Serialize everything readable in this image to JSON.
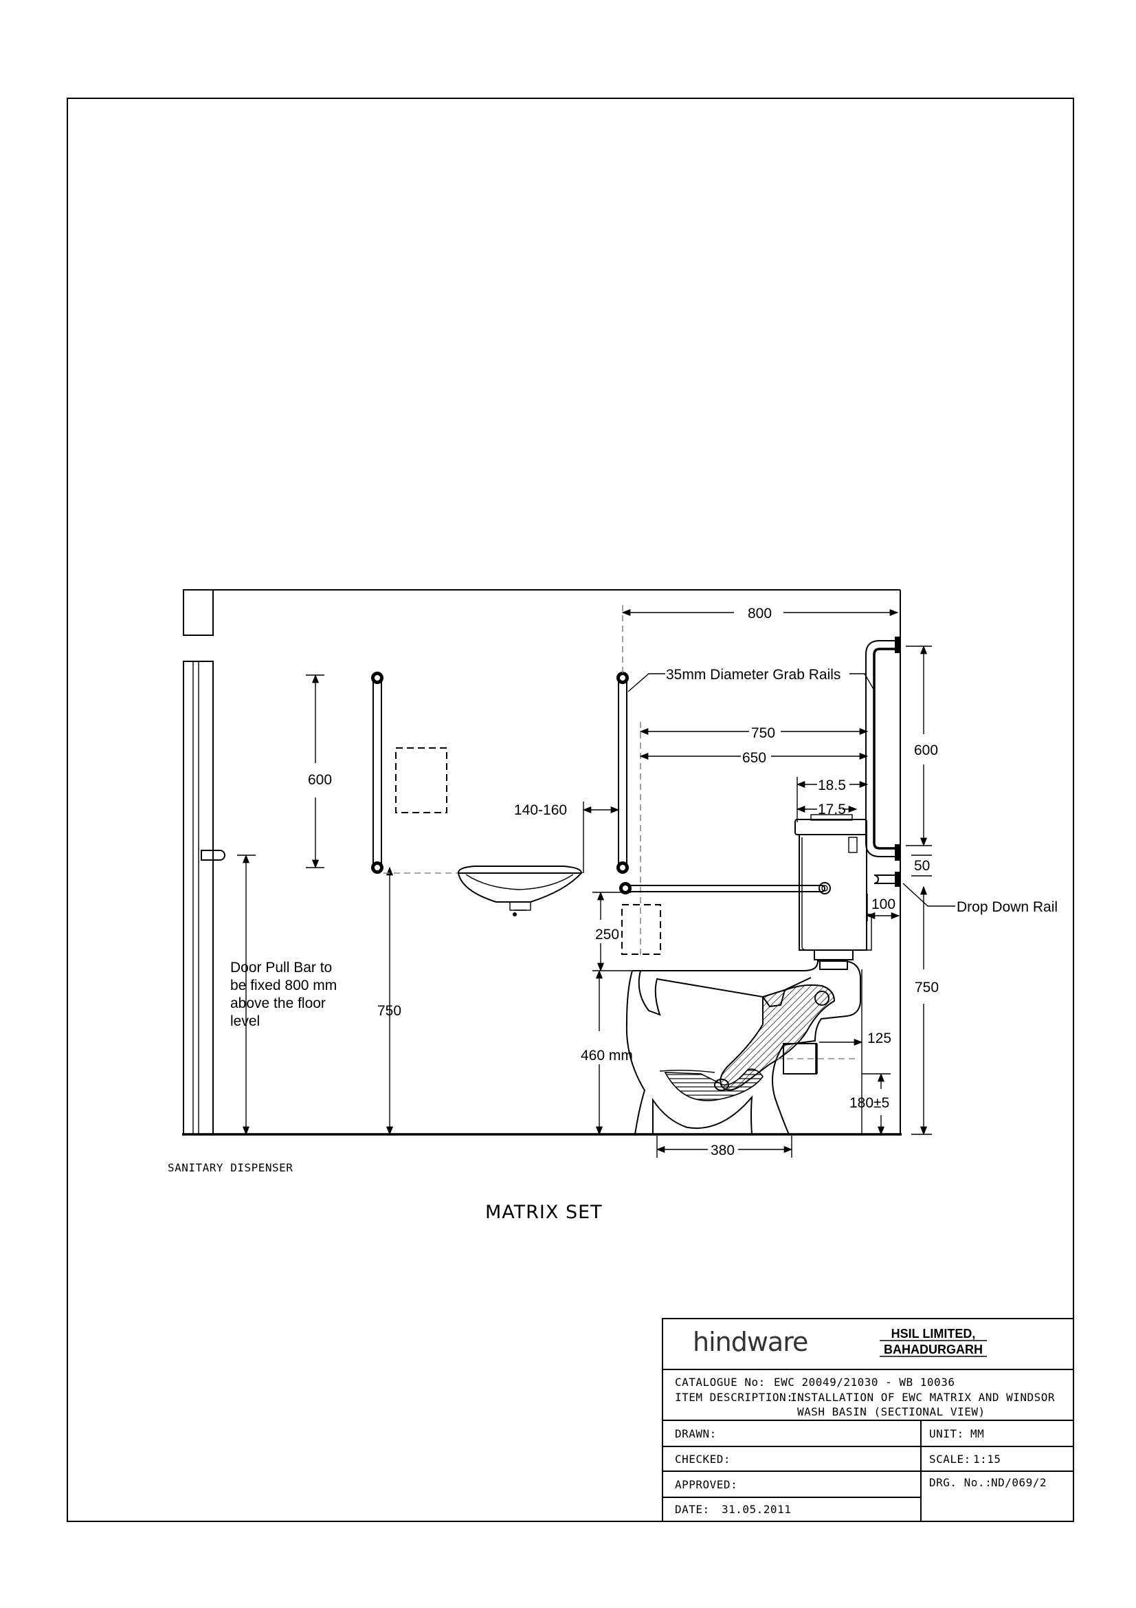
{
  "drawing": {
    "dims": {
      "d800": "800",
      "grab_rails": "35mm Diameter Grab Rails",
      "d750_top": "750",
      "d650": "650",
      "d600_right": "600",
      "d18_5": "18.5",
      "d17_5": "17.5",
      "d600_left": "600",
      "d140_160": "140-160",
      "d50": "50",
      "d100": "100",
      "drop_down_rail": "Drop Down Rail",
      "d250": "250",
      "d750_right": "750",
      "d750_left": "750",
      "d460": "460 mm",
      "d125": "125",
      "d180": "180±5",
      "d380": "380"
    },
    "door_note": [
      "Door Pull Bar to",
      "be fixed 800 mm",
      "above the floor",
      "level"
    ],
    "sanitary_dispenser": "SANITARY DISPENSER",
    "set_title": "MATRIX SET"
  },
  "title_block": {
    "logo": "hindware",
    "company_line1": "HSIL LIMITED,",
    "company_line2": "BAHADURGARH",
    "catalogue_label": "CATALOGUE No:",
    "catalogue_value": "EWC 20049/21030 - WB 10036",
    "item_label": "ITEM DESCRIPTION:",
    "item_value_line1": "INSTALLATION OF EWC MATRIX AND WINDSOR",
    "item_value_line2": "WASH BASIN (SECTIONAL VIEW)",
    "drawn_label": "DRAWN:",
    "checked_label": "CHECKED:",
    "approved_label": "APPROVED:",
    "date_label": "DATE:",
    "date_value": "31.05.2011",
    "unit_label": "UNIT:",
    "unit_value": "MM",
    "scale_label": "SCALE:",
    "scale_value": "1:15",
    "drg_label": "DRG. No.:",
    "drg_value": "ND/069/2"
  }
}
